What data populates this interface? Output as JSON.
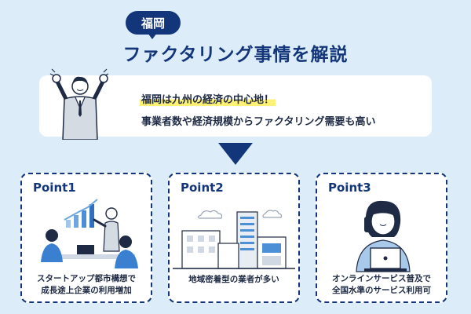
{
  "badge": "福岡",
  "headline": "ファクタリング事情を解説",
  "intro": {
    "line1": "福岡は九州の経済の中心地！",
    "line2": "事業者数や経済規模からファクタリング需要も高い"
  },
  "points": [
    {
      "title": "Point1",
      "caption_line1": "スタートアップ都市構想で",
      "caption_line2": "成長途上企業の利用増加"
    },
    {
      "title": "Point2",
      "caption_line1": "地域密着型の業者が多い",
      "caption_line2": ""
    },
    {
      "title": "Point3",
      "caption_line1": "オンラインサービス普及で",
      "caption_line2": "全国水準のサービス利用可"
    }
  ],
  "colors": {
    "navy": "#13357a",
    "background": "#dcecf9",
    "highlight": "#fff176"
  }
}
